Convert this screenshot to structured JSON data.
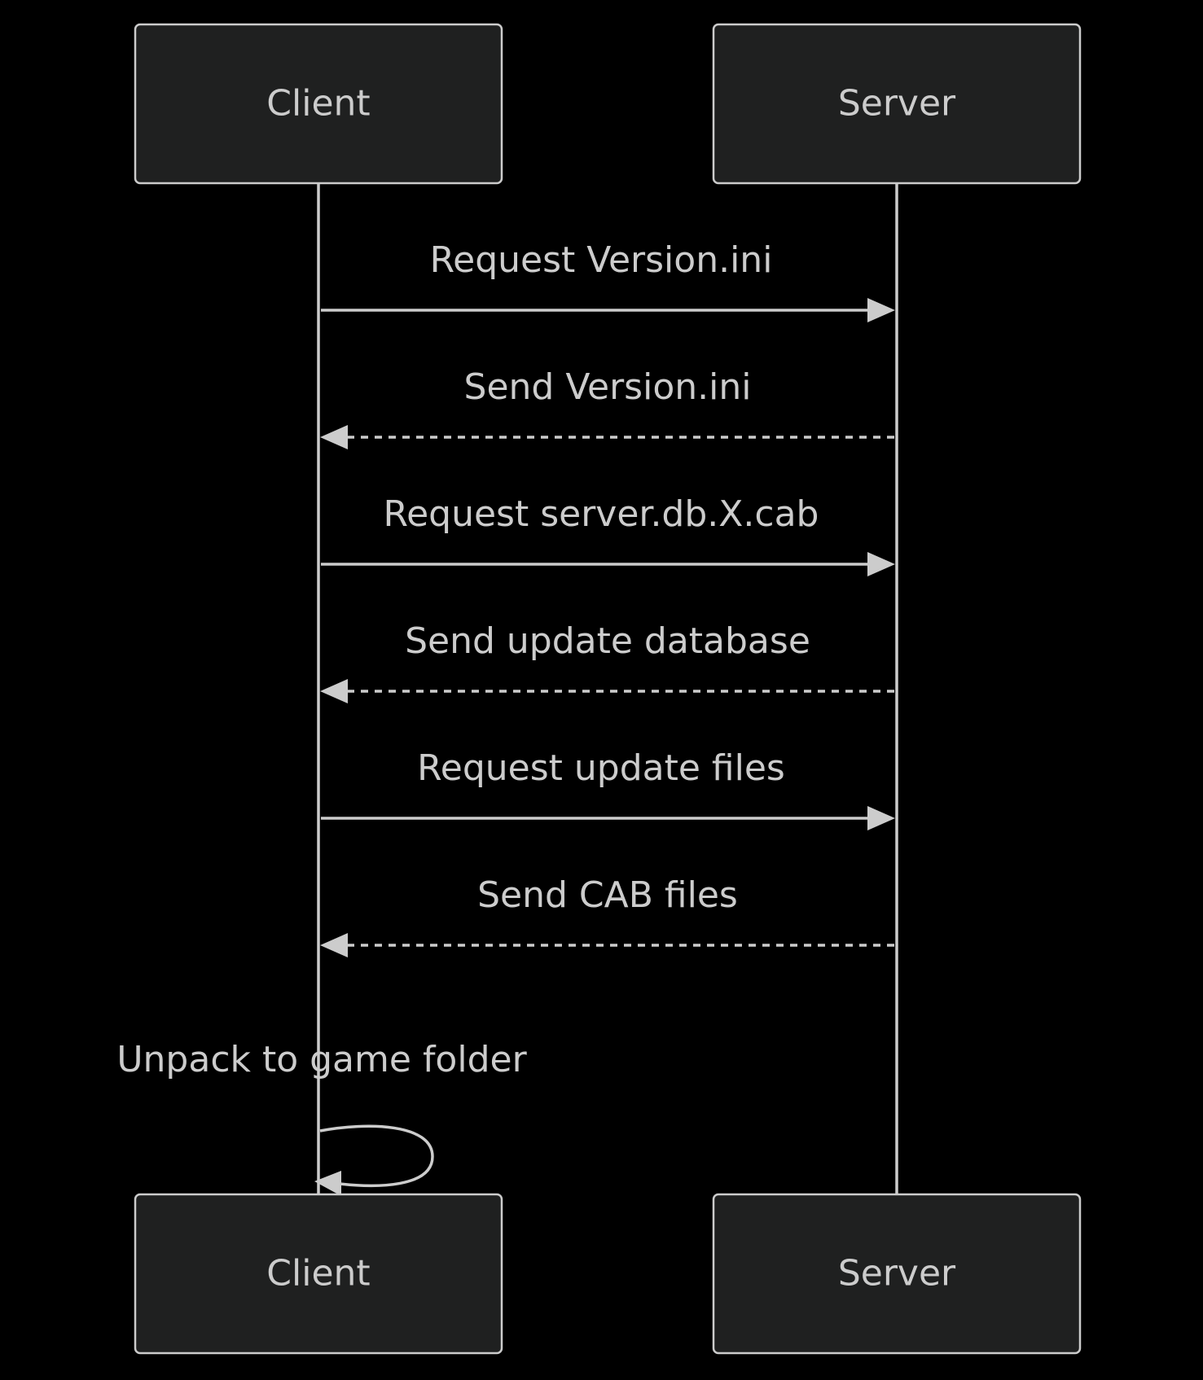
{
  "actors": {
    "client": "Client",
    "server": "Server"
  },
  "messages": [
    {
      "from": "client",
      "to": "server",
      "style": "solid",
      "label": "Request Version.ini"
    },
    {
      "from": "server",
      "to": "client",
      "style": "dashed",
      "label": "Send Version.ini"
    },
    {
      "from": "client",
      "to": "server",
      "style": "solid",
      "label": "Request server.db.X.cab"
    },
    {
      "from": "server",
      "to": "client",
      "style": "dashed",
      "label": "Send update database"
    },
    {
      "from": "client",
      "to": "server",
      "style": "solid",
      "label": "Request update files"
    },
    {
      "from": "server",
      "to": "client",
      "style": "dashed",
      "label": "Send CAB files"
    },
    {
      "from": "client",
      "to": "client",
      "style": "solid",
      "label": "Unpack to game folder"
    }
  ],
  "colors": {
    "background": "#000000",
    "actor_fill": "#1f2020",
    "stroke": "#cccccc",
    "text": "#cccccc"
  }
}
